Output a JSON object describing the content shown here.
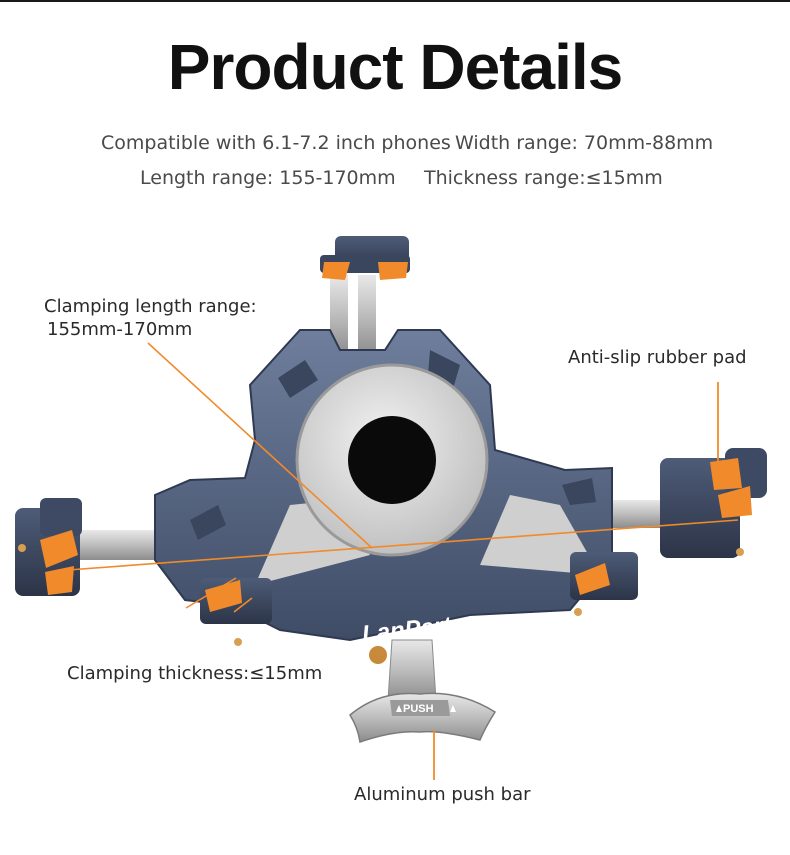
{
  "title": "Product Details",
  "specs": {
    "compatible": "Compatible with 6.1-7.2 inch phones",
    "width": "Width range: 70mm-88mm",
    "length": "Length range: 155-170mm",
    "thickness": "Thickness range:≤15mm"
  },
  "callouts": {
    "clamping_length_line1": "Clamping length range:",
    "clamping_length_line2": "155mm-170mm",
    "anti_slip": "Anti-slip rubber pad",
    "clamping_thickness": "Clamping thickness:≤15mm",
    "push_bar": "Aluminum push bar"
  },
  "product": {
    "brand": "LanParte",
    "push_label": "PUSH"
  },
  "colors": {
    "body": "#5a6a88",
    "accent": "#f08a2a",
    "silver": "#c9c9c9"
  }
}
